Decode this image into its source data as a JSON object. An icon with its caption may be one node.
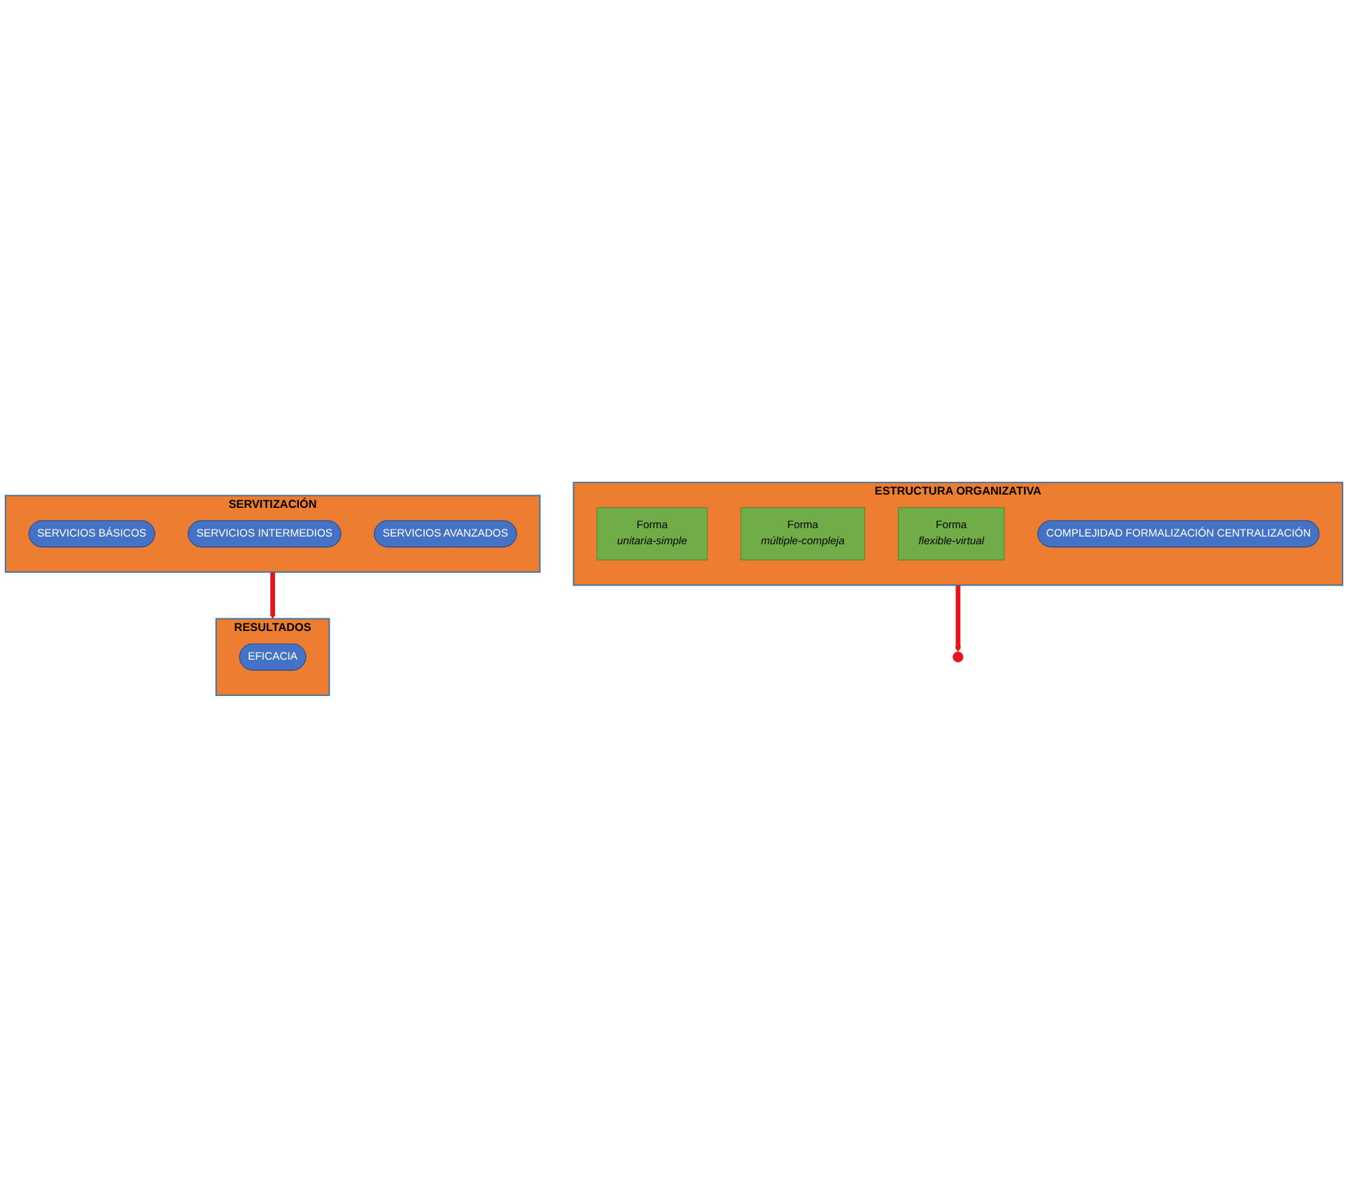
{
  "diagram": {
    "nodes": [
      {
        "text": [
          "ESTRUCTURA ORGANIZATIVA"
        ]
      },
      {
        "text": [
          "Forma",
          "unitaria-simple"
        ],
        "in": 0
      },
      {
        "text": [
          "Forma",
          "múltiple-compleja"
        ],
        "in": 0
      },
      {
        "text": [
          "Forma",
          "flexible-virtual"
        ],
        "in": 0
      },
      {
        "text": [
          "COMPLEJIDAD FORMALIZACIÓN CENTRALIZACIÓN"
        ],
        "in": 0
      },
      {
        "text": [
          "SERVITIZACIÓN"
        ]
      },
      {
        "text": [
          "SERVICIOS BÁSICOS"
        ],
        "in": 5
      },
      {
        "text": [
          "SERVICIOS INTERMEDIOS"
        ],
        "in": 5
      },
      {
        "text": [
          "SERVICIOS AVANZADOS"
        ],
        "in": 5
      },
      {
        "text": [
          "RESULTADOS"
        ]
      },
      {
        "text": [
          "EFICACIA"
        ],
        "in": 9
      }
    ],
    "edges": [
      {
        "from": 5,
        "to": 9,
        "arrow": "to"
      },
      {
        "from": 0,
        "to": null,
        "arrow": "to"
      }
    ]
  }
}
